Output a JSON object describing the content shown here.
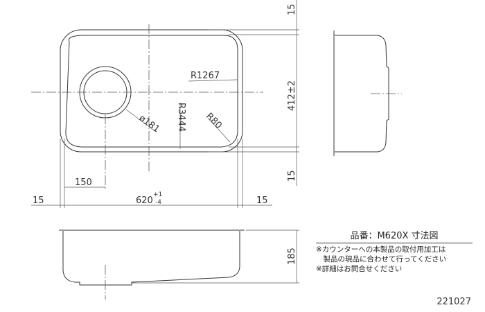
{
  "dimensions": {
    "top_flange": "15",
    "width": "412±2",
    "bottom_flange": "15",
    "drain_offset": "150",
    "length": "620",
    "length_tol_plus": "+1",
    "length_tol_minus": "-4",
    "left_flange": "15",
    "right_flange": "15",
    "depth": "185",
    "radius_side": "R1267",
    "radius_bottom": "R3444",
    "radius_corner": "R80",
    "drain_diameter": "ø181"
  },
  "notes": {
    "title": "品番：M620X 寸法図",
    "lines": [
      "※カウンターへの本製品の取付用加工は",
      "　製品の現品に合わせて行ってください",
      "※詳細はお問合せください"
    ]
  },
  "drawing_code": "221027"
}
